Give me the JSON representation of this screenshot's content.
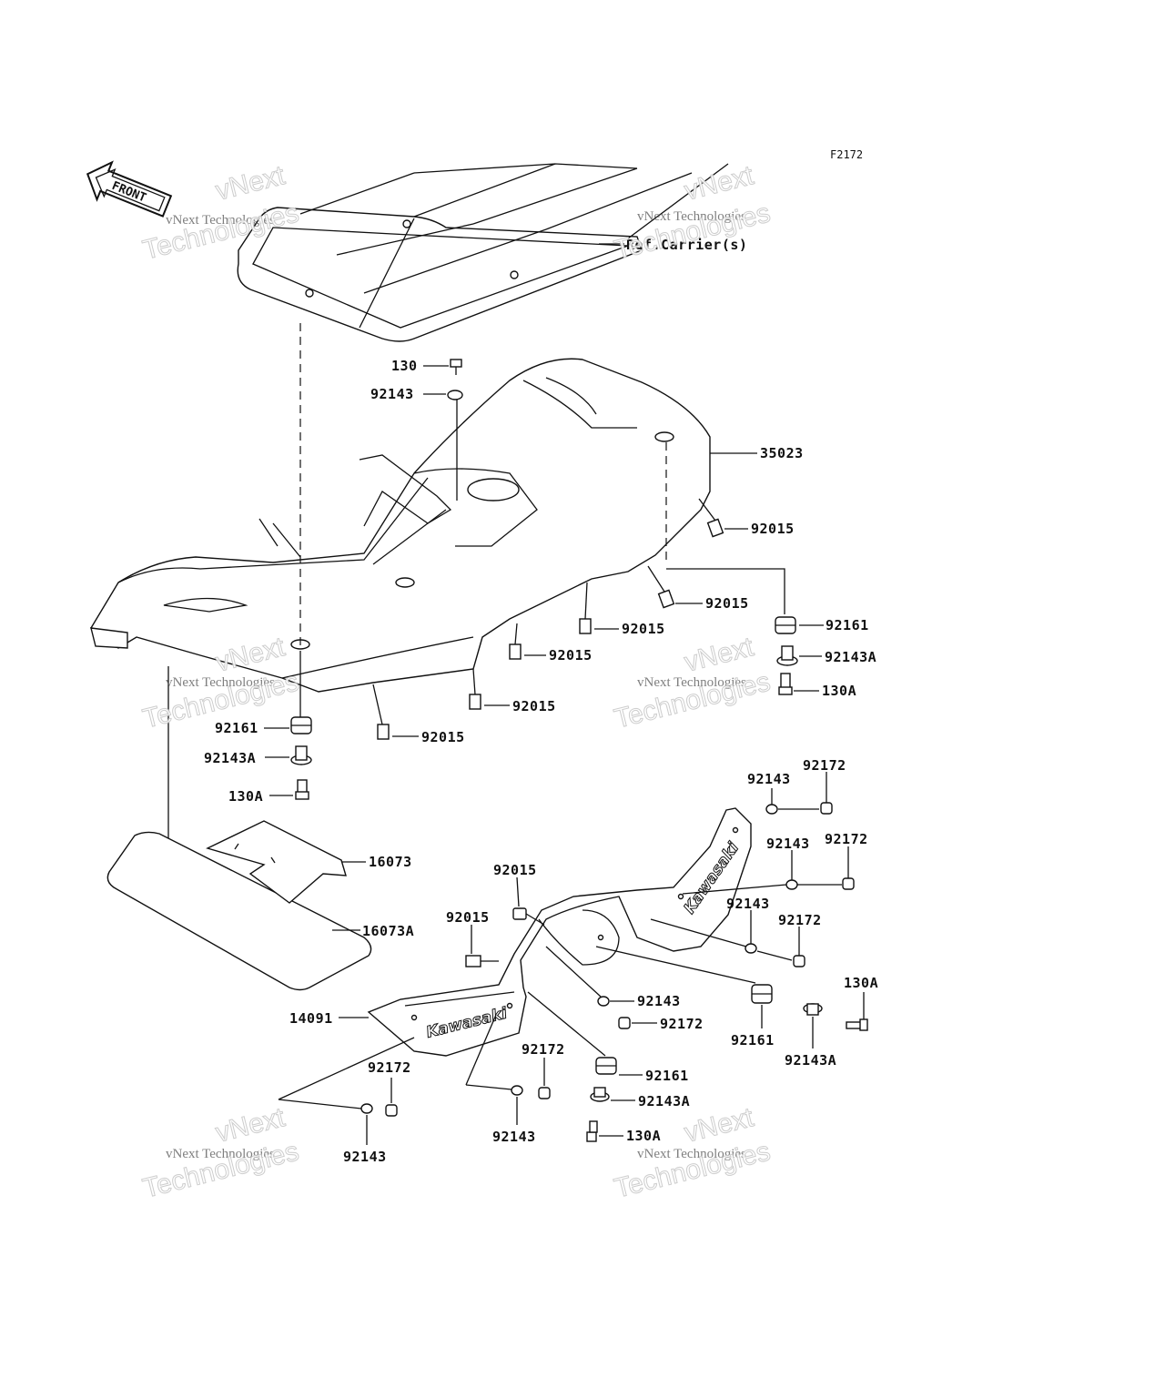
{
  "figure_code": "F2172",
  "front_label": "FRONT",
  "ref_label": "Ref.Carrier(s)",
  "logo_text": "Kawasaki",
  "watermark": {
    "line1": "vNext Technologies",
    "line2": "Technologies",
    "badge": "vNext"
  },
  "parts": {
    "p130": "130",
    "p92143_top": "92143",
    "p35023": "35023",
    "p92015_a": "92015",
    "p92015_b": "92015",
    "p92015_c": "92015",
    "p92015_d": "92015",
    "p92015_e": "92015",
    "p92015_f": "92015",
    "p92161_r": "92161",
    "p92143A_r": "92143A",
    "p130A_r": "130A",
    "p92161_l": "92161",
    "p92143A_l": "92143A",
    "p130A_l": "130A",
    "p16073": "16073",
    "p16073A": "16073A",
    "p92143_g1": "92143",
    "p92172_g1": "92172",
    "p92143_g2": "92143",
    "p92172_g2": "92172",
    "p92143_g3": "92143",
    "p92172_g3": "92172",
    "p92015_s1": "92015",
    "p92015_s2": "92015",
    "p130A_s": "130A",
    "p14091": "14091",
    "p92143_m": "92143",
    "p92172_m": "92172",
    "p92161_m": "92161",
    "p92143A_m": "92143A",
    "p92172_b1": "92172",
    "p92172_b2": "92172",
    "p92161_b": "92161",
    "p92143A_b": "92143A",
    "p130A_b": "130A",
    "p92143_b1": "92143",
    "p92143_b2": "92143"
  }
}
